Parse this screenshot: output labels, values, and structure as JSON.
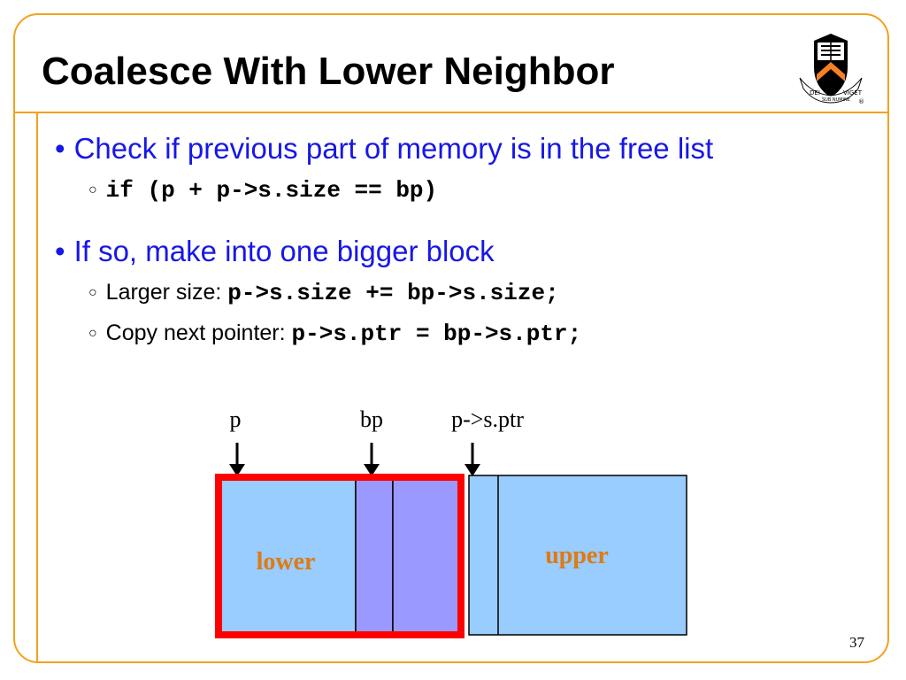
{
  "slide": {
    "title": "Coalesce With Lower Neighbor",
    "page_number": "37"
  },
  "bullets": [
    {
      "text": "Check if previous part of memory is in the free list",
      "subitems": [
        {
          "prefix": "",
          "code": "if (p + p->s.size == bp)"
        }
      ]
    },
    {
      "text": "If so, make into one bigger block",
      "subitems": [
        {
          "prefix": "Larger size: ",
          "code": "p->s.size += bp->s.size;"
        },
        {
          "prefix": "Copy next pointer: ",
          "code": "p->s.ptr = bp->s.ptr;"
        }
      ]
    }
  ],
  "diagram": {
    "pointer_labels": {
      "p": "p",
      "bp": "bp",
      "ptr": "p->s.ptr"
    },
    "block_labels": {
      "lower": "lower",
      "upper": "upper"
    },
    "colors": {
      "block_fill": "#99ccff",
      "header_fill": "#9999ff",
      "highlight": "#ff0000",
      "block_label": "#e07a10"
    }
  },
  "logo": {
    "motto_left": "DEI",
    "motto_center": "SUB NUMINE",
    "motto_right": "VIGET",
    "mark": "®",
    "colors": {
      "orange": "#f58025",
      "black": "#000000"
    }
  },
  "theme": {
    "accent": "#f4a11b",
    "bullet_color": "#1717e6"
  }
}
